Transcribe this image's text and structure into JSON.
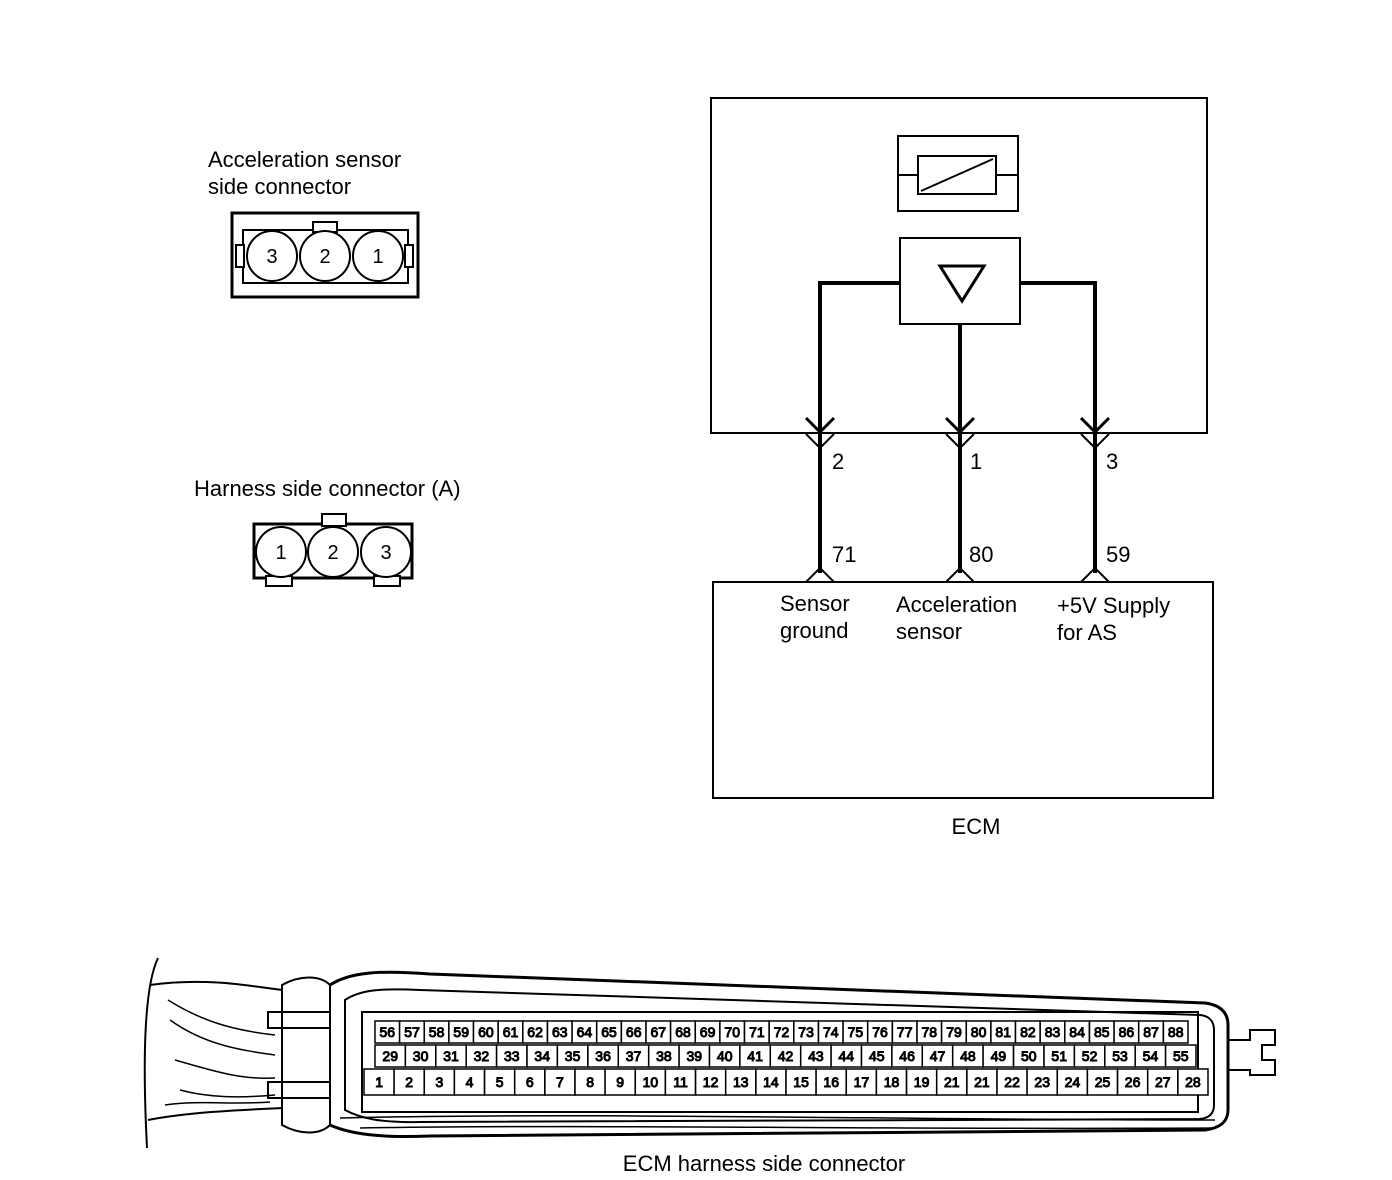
{
  "colors": {
    "ink": "#000000",
    "paper": "#ffffff"
  },
  "sensor_connector": {
    "title_line1": "Acceleration sensor",
    "title_line2": "side connector",
    "pins": [
      "3",
      "2",
      "1"
    ]
  },
  "harness_connector": {
    "title": "Harness side connector (A)",
    "pins": [
      "1",
      "2",
      "3"
    ]
  },
  "schematic": {
    "sensor_pins": [
      "2",
      "1",
      "3"
    ],
    "ecm_pins": [
      "71",
      "80",
      "59"
    ],
    "signal_line1": [
      "Sensor",
      "Acceleration",
      "+5V Supply"
    ],
    "signal_line2": [
      "ground",
      "sensor",
      "for AS"
    ],
    "ecm_label": "ECM"
  },
  "ecm_connector": {
    "caption": "ECM harness side connector",
    "row_top": [
      "56",
      "57",
      "58",
      "59",
      "60",
      "61",
      "62",
      "63",
      "64",
      "65",
      "66",
      "67",
      "68",
      "69",
      "70",
      "71",
      "72",
      "73",
      "74",
      "75",
      "76",
      "77",
      "78",
      "79",
      "80",
      "81",
      "82",
      "83",
      "84",
      "85",
      "86",
      "87",
      "88"
    ],
    "row_mid": [
      "29",
      "30",
      "31",
      "32",
      "33",
      "34",
      "35",
      "36",
      "37",
      "38",
      "39",
      "40",
      "41",
      "42",
      "43",
      "44",
      "45",
      "46",
      "47",
      "48",
      "49",
      "50",
      "51",
      "52",
      "53",
      "54",
      "55"
    ],
    "row_bot": [
      "1",
      "2",
      "3",
      "4",
      "5",
      "6",
      "7",
      "8",
      "9",
      "10",
      "11",
      "12",
      "13",
      "14",
      "15",
      "16",
      "17",
      "18",
      "19",
      "21",
      "21",
      "22",
      "23",
      "24",
      "25",
      "26",
      "27",
      "28"
    ]
  }
}
